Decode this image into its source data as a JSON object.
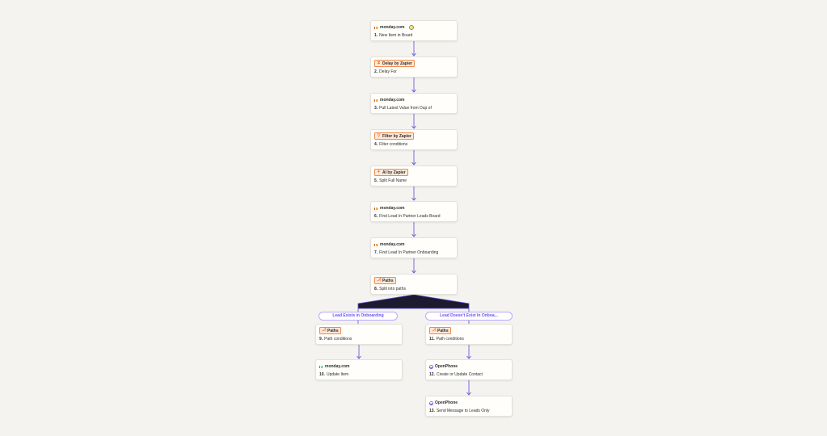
{
  "steps": [
    {
      "app": "monday.com",
      "icon": "monday-icon",
      "kind": "plain",
      "trigger": true,
      "num": "1.",
      "title": "New Item in Board"
    },
    {
      "app": "Delay by Zapier",
      "icon": "delay-icon",
      "kind": "badge",
      "num": "2.",
      "title": "Delay For"
    },
    {
      "app": "monday.com",
      "icon": "monday-icon",
      "kind": "plain",
      "num": "3.",
      "title": "Pull Latest Value from Dup of"
    },
    {
      "app": "Filter by Zapier",
      "icon": "filter-icon",
      "kind": "badge",
      "num": "4.",
      "title": "Filter conditions"
    },
    {
      "app": "AI by Zapier",
      "icon": "ai-icon",
      "kind": "badge",
      "num": "5.",
      "title": "Split Full Name"
    },
    {
      "app": "monday.com",
      "icon": "monday-icon",
      "kind": "plain",
      "num": "6.",
      "title": "Find Lead In Partner Leads Board"
    },
    {
      "app": "monday.com",
      "icon": "monday-icon",
      "kind": "plain",
      "num": "7.",
      "title": "Find Lead In Partner Onboarding"
    },
    {
      "app": "Paths",
      "icon": "paths-icon",
      "kind": "badge",
      "num": "8.",
      "title": "Split into paths"
    },
    {
      "app": "Paths",
      "icon": "paths-icon",
      "kind": "badge",
      "num": "9.",
      "title": "Path conditions"
    },
    {
      "app": "monday.com",
      "icon": "monday-icon",
      "kind": "plain",
      "num": "10.",
      "title": "Update Item"
    },
    {
      "app": "Paths",
      "icon": "paths-icon",
      "kind": "badge",
      "num": "11.",
      "title": "Path conditions"
    },
    {
      "app": "OpenPhone",
      "icon": "openphone-icon",
      "kind": "plain",
      "num": "12.",
      "title": "Create or Update Contact"
    },
    {
      "app": "OpenPhone",
      "icon": "openphone-icon",
      "kind": "plain",
      "num": "13.",
      "title": "Send Message to Leads Only"
    }
  ],
  "paths": [
    {
      "label": "Lead Exists in Onboarding"
    },
    {
      "label": "Lead Doesn't Exist In Onboa..."
    }
  ],
  "colors": {
    "background": "#f4f3ef",
    "card": "#fffefb",
    "connector": "#5b4bd6",
    "badge_border": "#f08a4b",
    "badge_fill": "#fde8d7",
    "path_label_text": "#6a54e8",
    "openphone": "#6e4cff"
  }
}
